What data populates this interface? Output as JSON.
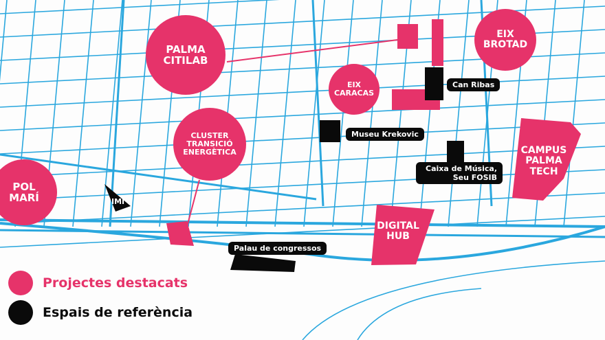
{
  "colors": {
    "highlight": "#e6336a",
    "reference": "#0a0a0a",
    "streets": "#2aa7de"
  },
  "projects": {
    "palma_citilab": "PALMA CITILAB",
    "eix_brotad": "EIX BROTAD",
    "eix_caracas": "EIX CARACAS",
    "cluster": "CLUSTER TRANSICIÓ ENERGÈTICA",
    "pol_mari": "POL MARÍ",
    "campus": "CAMPUS PALMA TECH",
    "digital_hub": "DIGITAL HUB"
  },
  "references": {
    "can_ribas": "Can Ribas",
    "museu": "Museu Krekovic",
    "caixa": "Caixa de Música, Seu FOSIB",
    "palau": "Palau de congressos",
    "imi": "IMI"
  },
  "legend": {
    "projects": "Projectes destacats",
    "references": "Espais de referència"
  }
}
